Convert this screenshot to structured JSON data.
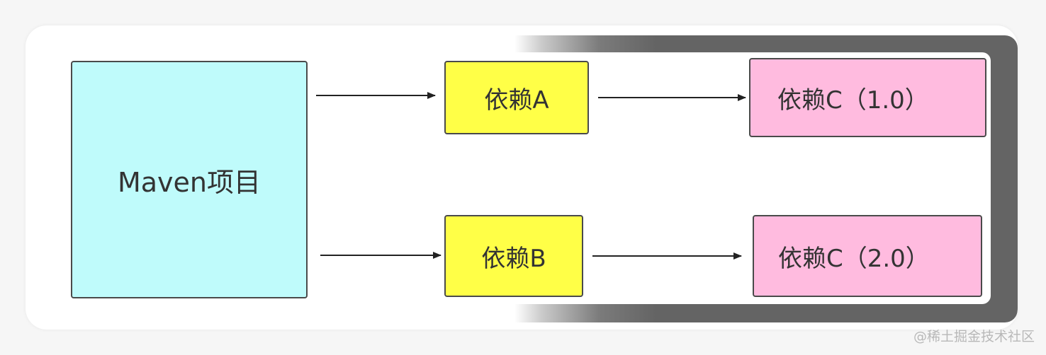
{
  "diagram": {
    "nodes": {
      "maven": "Maven项目",
      "dep_a": "依赖A",
      "dep_b": "依赖B",
      "dep_c1": "依赖C（1.0）",
      "dep_c2": "依赖C（2.0）"
    },
    "edges": [
      {
        "from": "maven",
        "to": "dep_a"
      },
      {
        "from": "maven",
        "to": "dep_b"
      },
      {
        "from": "dep_a",
        "to": "dep_c1"
      },
      {
        "from": "dep_b",
        "to": "dep_c2"
      }
    ],
    "colors": {
      "maven_fill": "#bffbfb",
      "dependency_fill": "#ffff47",
      "version_fill": "#ffbbdf",
      "highlight_frame": "#646464"
    }
  },
  "watermark": "@稀土掘金技术社区"
}
